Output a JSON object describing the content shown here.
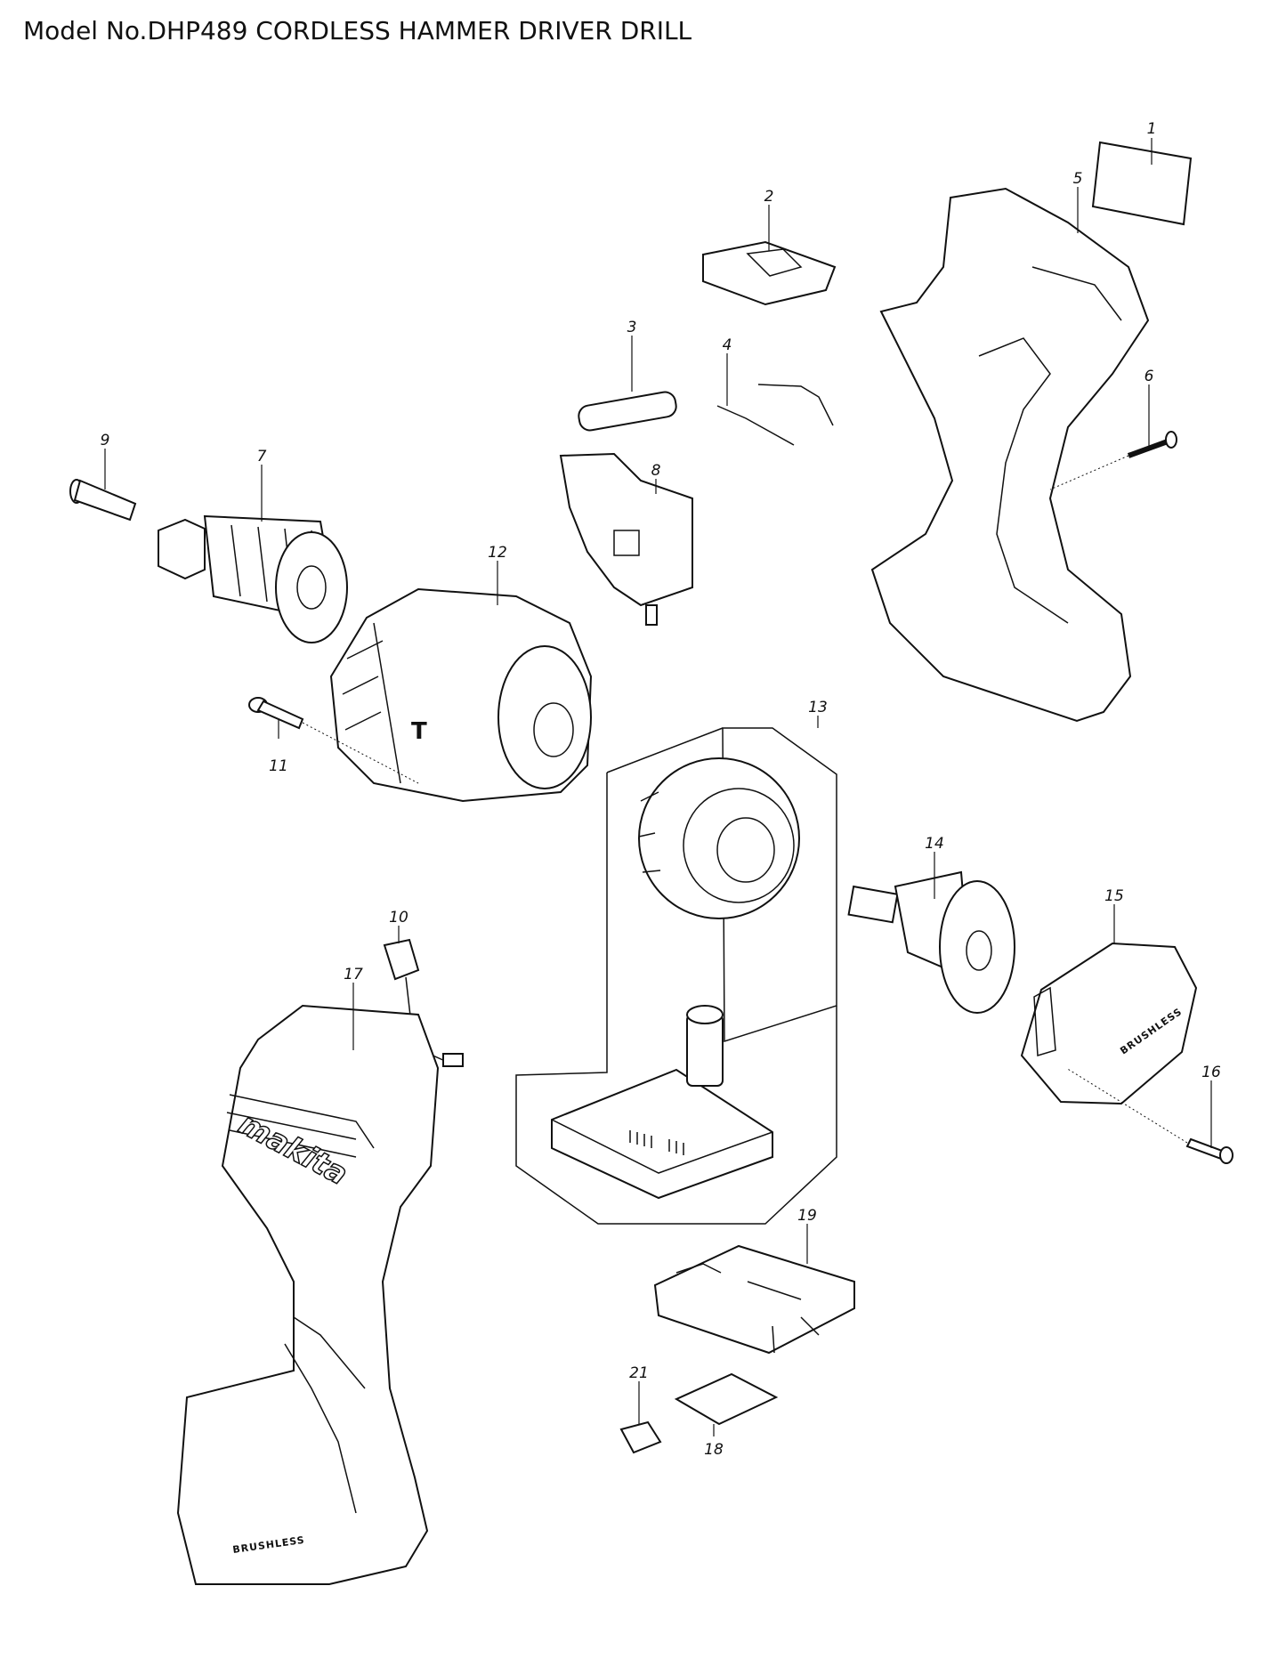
{
  "title": "Model No.DHP489 CORDLESS HAMMER DRIVER DRILL",
  "parts": [
    {
      "no": "1"
    },
    {
      "no": "2"
    },
    {
      "no": "3"
    },
    {
      "no": "4"
    },
    {
      "no": "5"
    },
    {
      "no": "6"
    },
    {
      "no": "7"
    },
    {
      "no": "8"
    },
    {
      "no": "9"
    },
    {
      "no": "10"
    },
    {
      "no": "11"
    },
    {
      "no": "12"
    },
    {
      "no": "13"
    },
    {
      "no": "14"
    },
    {
      "no": "15"
    },
    {
      "no": "16"
    },
    {
      "no": "17"
    },
    {
      "no": "18"
    },
    {
      "no": "19"
    },
    {
      "no": "21"
    }
  ]
}
